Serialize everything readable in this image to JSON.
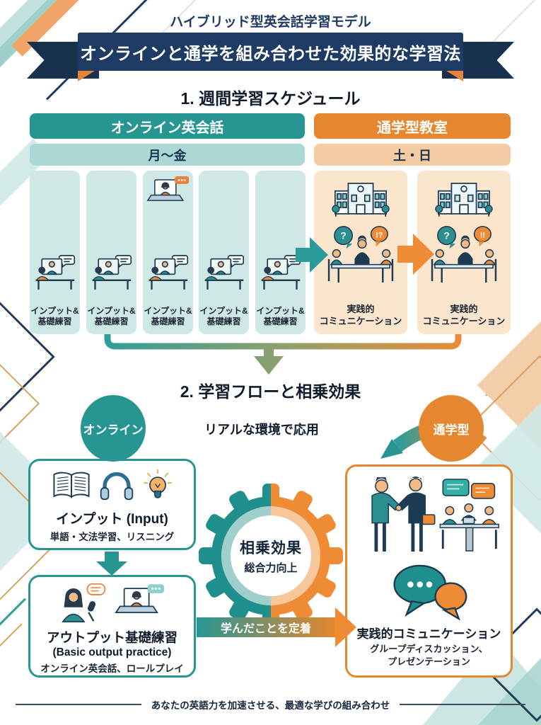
{
  "colors": {
    "teal": "#279693",
    "teal_light": "#abd7d4",
    "teal_pale": "#cde8e5",
    "orange": "#e5872f",
    "orange_light": "#f5cba1",
    "orange_pale": "#fbe5cc",
    "navy": "#1e3c63"
  },
  "header": {
    "eyebrow": "ハイブリッド型英会話学習モデル",
    "ribbon_title": "オンラインと通学を組み合わせた効果的な学習法"
  },
  "section1": {
    "title": "1. 週間学習スケジュール",
    "online": {
      "header": "オンライン英会話",
      "days": "月〜金",
      "card_label_line1": "インプット&",
      "card_label_line2": "基礎練習"
    },
    "school": {
      "header": "通学型教室",
      "days": "土・日",
      "card_label_line1": "実践的",
      "card_label_line2": "コミュニケーション",
      "columns": [
        {
          "bubble_left": "?",
          "bubble_right": "!?"
        },
        {
          "bubble_left": "?",
          "bubble_right": "!!"
        }
      ]
    }
  },
  "section2": {
    "title": "2. 学習フローと相乗効果",
    "online_badge": "オンライン",
    "school_badge": "通学型",
    "apply_arrow_label": "リアルな環境で応用",
    "consolidate_arrow_label": "学んだことを定着",
    "input_box": {
      "title": "インプット (Input)",
      "subtitle": "単語・文法学習、リスニング"
    },
    "output_box": {
      "title": "アウトプット基礎練習",
      "title_en": "(Basic output practice)",
      "subtitle": "オンライン英会話、ロールプレイ"
    },
    "gear": {
      "title": "相乗効果",
      "subtitle": "総合力向上"
    },
    "practice_box": {
      "title": "実践的コミュニケーション",
      "subtitle_line1": "グループディスカッション、",
      "subtitle_line2": "プレゼンテーション"
    }
  },
  "footer": {
    "tagline": "あなたの英語力を加速させる、最適な学びの組み合わせ"
  }
}
